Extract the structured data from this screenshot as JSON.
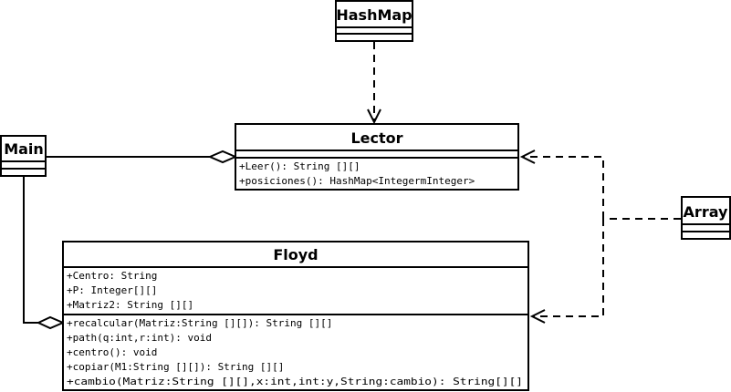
{
  "classes": {
    "hashmap": {
      "name": "HashMap",
      "attributes": [],
      "operations": []
    },
    "main": {
      "name": "Main",
      "attributes": [],
      "operations": []
    },
    "lector": {
      "name": "Lector",
      "attributes": [],
      "operations": [
        "+Leer(): String [][]",
        "+posiciones(): HashMap<IntegermInteger>"
      ]
    },
    "array": {
      "name": "Array",
      "attributes": [],
      "operations": []
    },
    "floyd": {
      "name": "Floyd",
      "attributes": [
        "+Centro: String",
        "+P: Integer[][]",
        "+Matriz2: String [][]"
      ],
      "operations": [
        "+recalcular(Matriz:String [][]): String [][]",
        "+path(q:int,r:int): void",
        "+centro(): void",
        "+copiar(M1:String [][]): String [][]",
        "+cambio(Matriz:String [][],x:int,int:y,String:cambio): String[][]"
      ]
    }
  },
  "relationships": [
    {
      "from": "main",
      "to": "lector",
      "kind": "aggregation"
    },
    {
      "from": "main",
      "to": "floyd",
      "kind": "aggregation"
    },
    {
      "from": "hashmap",
      "to": "lector",
      "kind": "dependency"
    },
    {
      "from": "array",
      "to": "lector",
      "kind": "dependency"
    },
    {
      "from": "array",
      "to": "floyd",
      "kind": "dependency"
    }
  ]
}
